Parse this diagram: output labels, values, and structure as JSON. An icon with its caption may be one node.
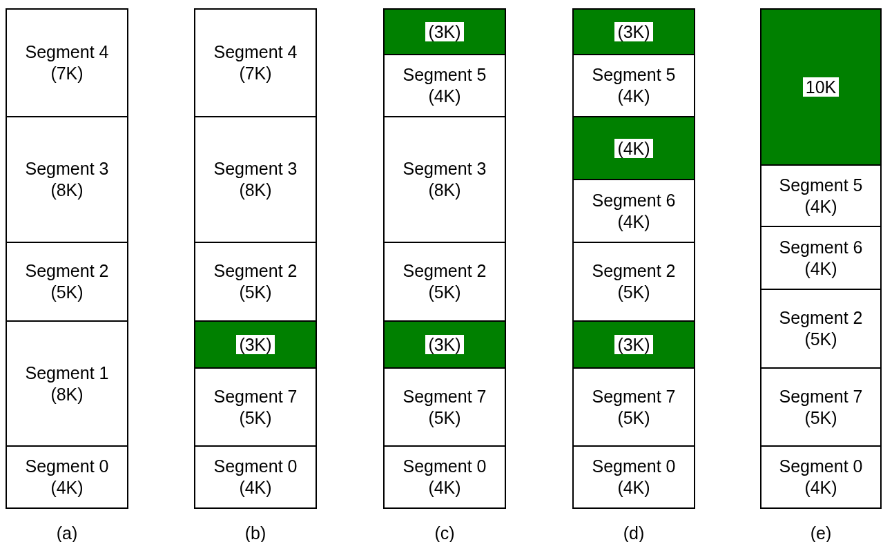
{
  "diagram": {
    "nodes": [
      {
        "text": [
          "Segment 4 (7K)"
        ]
      },
      {
        "text": [
          "Segment 3 (8K)"
        ]
      },
      {
        "text": [
          "Segment 2 (5K)"
        ]
      },
      {
        "text": [
          "Segment 1 (8K)"
        ]
      },
      {
        "text": [
          "Segment 0 (4K)"
        ]
      },
      {
        "text": [
          "Segment 4 (7K)"
        ]
      },
      {
        "text": [
          "Segment 3 (8K)"
        ]
      },
      {
        "text": [
          "Segment 2 (5K)"
        ]
      },
      {
        "text": [
          "(3K)"
        ]
      },
      {
        "text": [
          "Segment 7 (5K)"
        ]
      },
      {
        "text": [
          "Segment 0 (4K)"
        ]
      },
      {
        "text": [
          "(3K)"
        ]
      },
      {
        "text": [
          "Segment 5 (4K)"
        ]
      },
      {
        "text": [
          "Segment 3 (8K)"
        ]
      },
      {
        "text": [
          "Segment 2 (5K)"
        ]
      },
      {
        "text": [
          "(3K)"
        ]
      },
      {
        "text": [
          "Segment 7 (5K)"
        ]
      },
      {
        "text": [
          "Segment 0 (4K)"
        ]
      },
      {
        "text": [
          "(3K)"
        ]
      },
      {
        "text": [
          "Segment 5 (4K)"
        ]
      },
      {
        "text": [
          "(4K)"
        ]
      },
      {
        "text": [
          "Segment 6 (4K)"
        ]
      },
      {
        "text": [
          "Segment 2 (5K)"
        ]
      },
      {
        "text": [
          "(3K)"
        ]
      },
      {
        "text": [
          "Segment 7 (5K)"
        ]
      },
      {
        "text": [
          "Segment 0 (4K)"
        ]
      },
      {
        "text": [
          "10K"
        ]
      },
      {
        "text": [
          "Segment 5 (4K)"
        ]
      },
      {
        "text": [
          "Segment 6 (4K)"
        ]
      },
      {
        "text": [
          "Segment 2 (5K)"
        ]
      },
      {
        "text": [
          "Segment 7 (5K)"
        ]
      },
      {
        "text": [
          "Segment 0 (4K)"
        ]
      }
    ],
    "labels": [
      "(a)",
      "(b)",
      "(c)",
      "(d)",
      "(e)"
    ]
  }
}
